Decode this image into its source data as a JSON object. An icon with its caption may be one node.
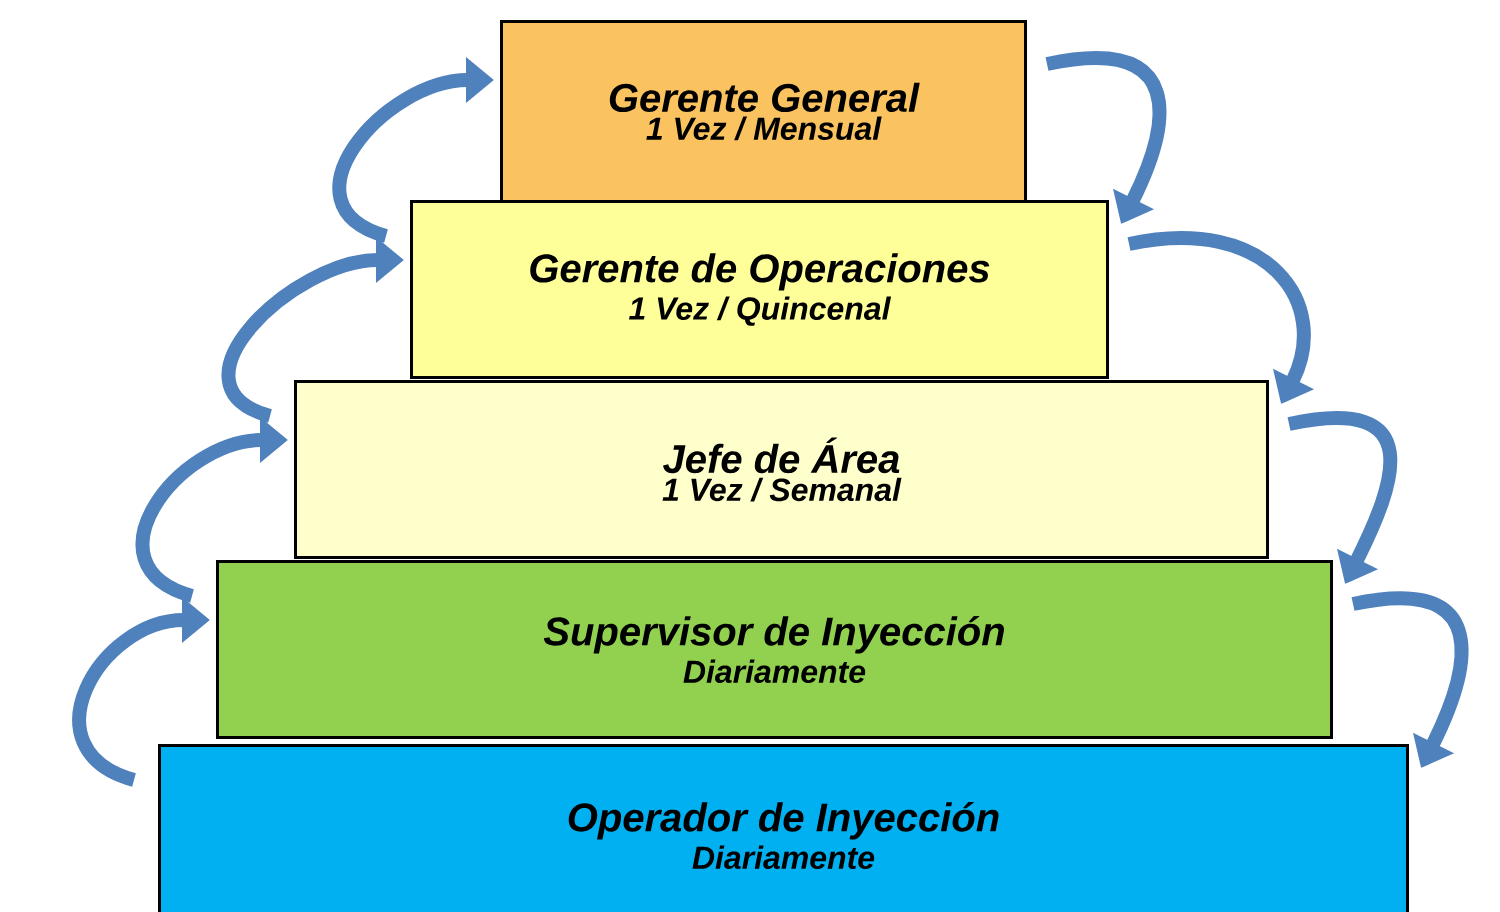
{
  "diagram": {
    "nodes": [
      {
        "text": [
          "Gerente General",
          "1 Vez / Mensual"
        ]
      },
      {
        "text": [
          "Gerente de Operaciones",
          "1 Vez / Quincenal"
        ]
      },
      {
        "text": [
          "Jefe de Área",
          "1 Vez / Semanal"
        ]
      },
      {
        "text": [
          "Supervisor de Inyección",
          "Diariamente"
        ]
      },
      {
        "text": [
          "Operador de Inyección",
          "Diariamente"
        ]
      }
    ],
    "edges": [
      {
        "from": 0,
        "to": 1,
        "arrow": "to"
      },
      {
        "from": 1,
        "to": 2,
        "arrow": "to"
      },
      {
        "from": 2,
        "to": 3,
        "arrow": "to"
      },
      {
        "from": 3,
        "to": 4,
        "arrow": "to"
      },
      {
        "from": 4,
        "to": 3,
        "arrow": "to"
      },
      {
        "from": 3,
        "to": 2,
        "arrow": "to"
      },
      {
        "from": 2,
        "to": 1,
        "arrow": "to"
      },
      {
        "from": 1,
        "to": 0,
        "arrow": "to"
      }
    ]
  }
}
